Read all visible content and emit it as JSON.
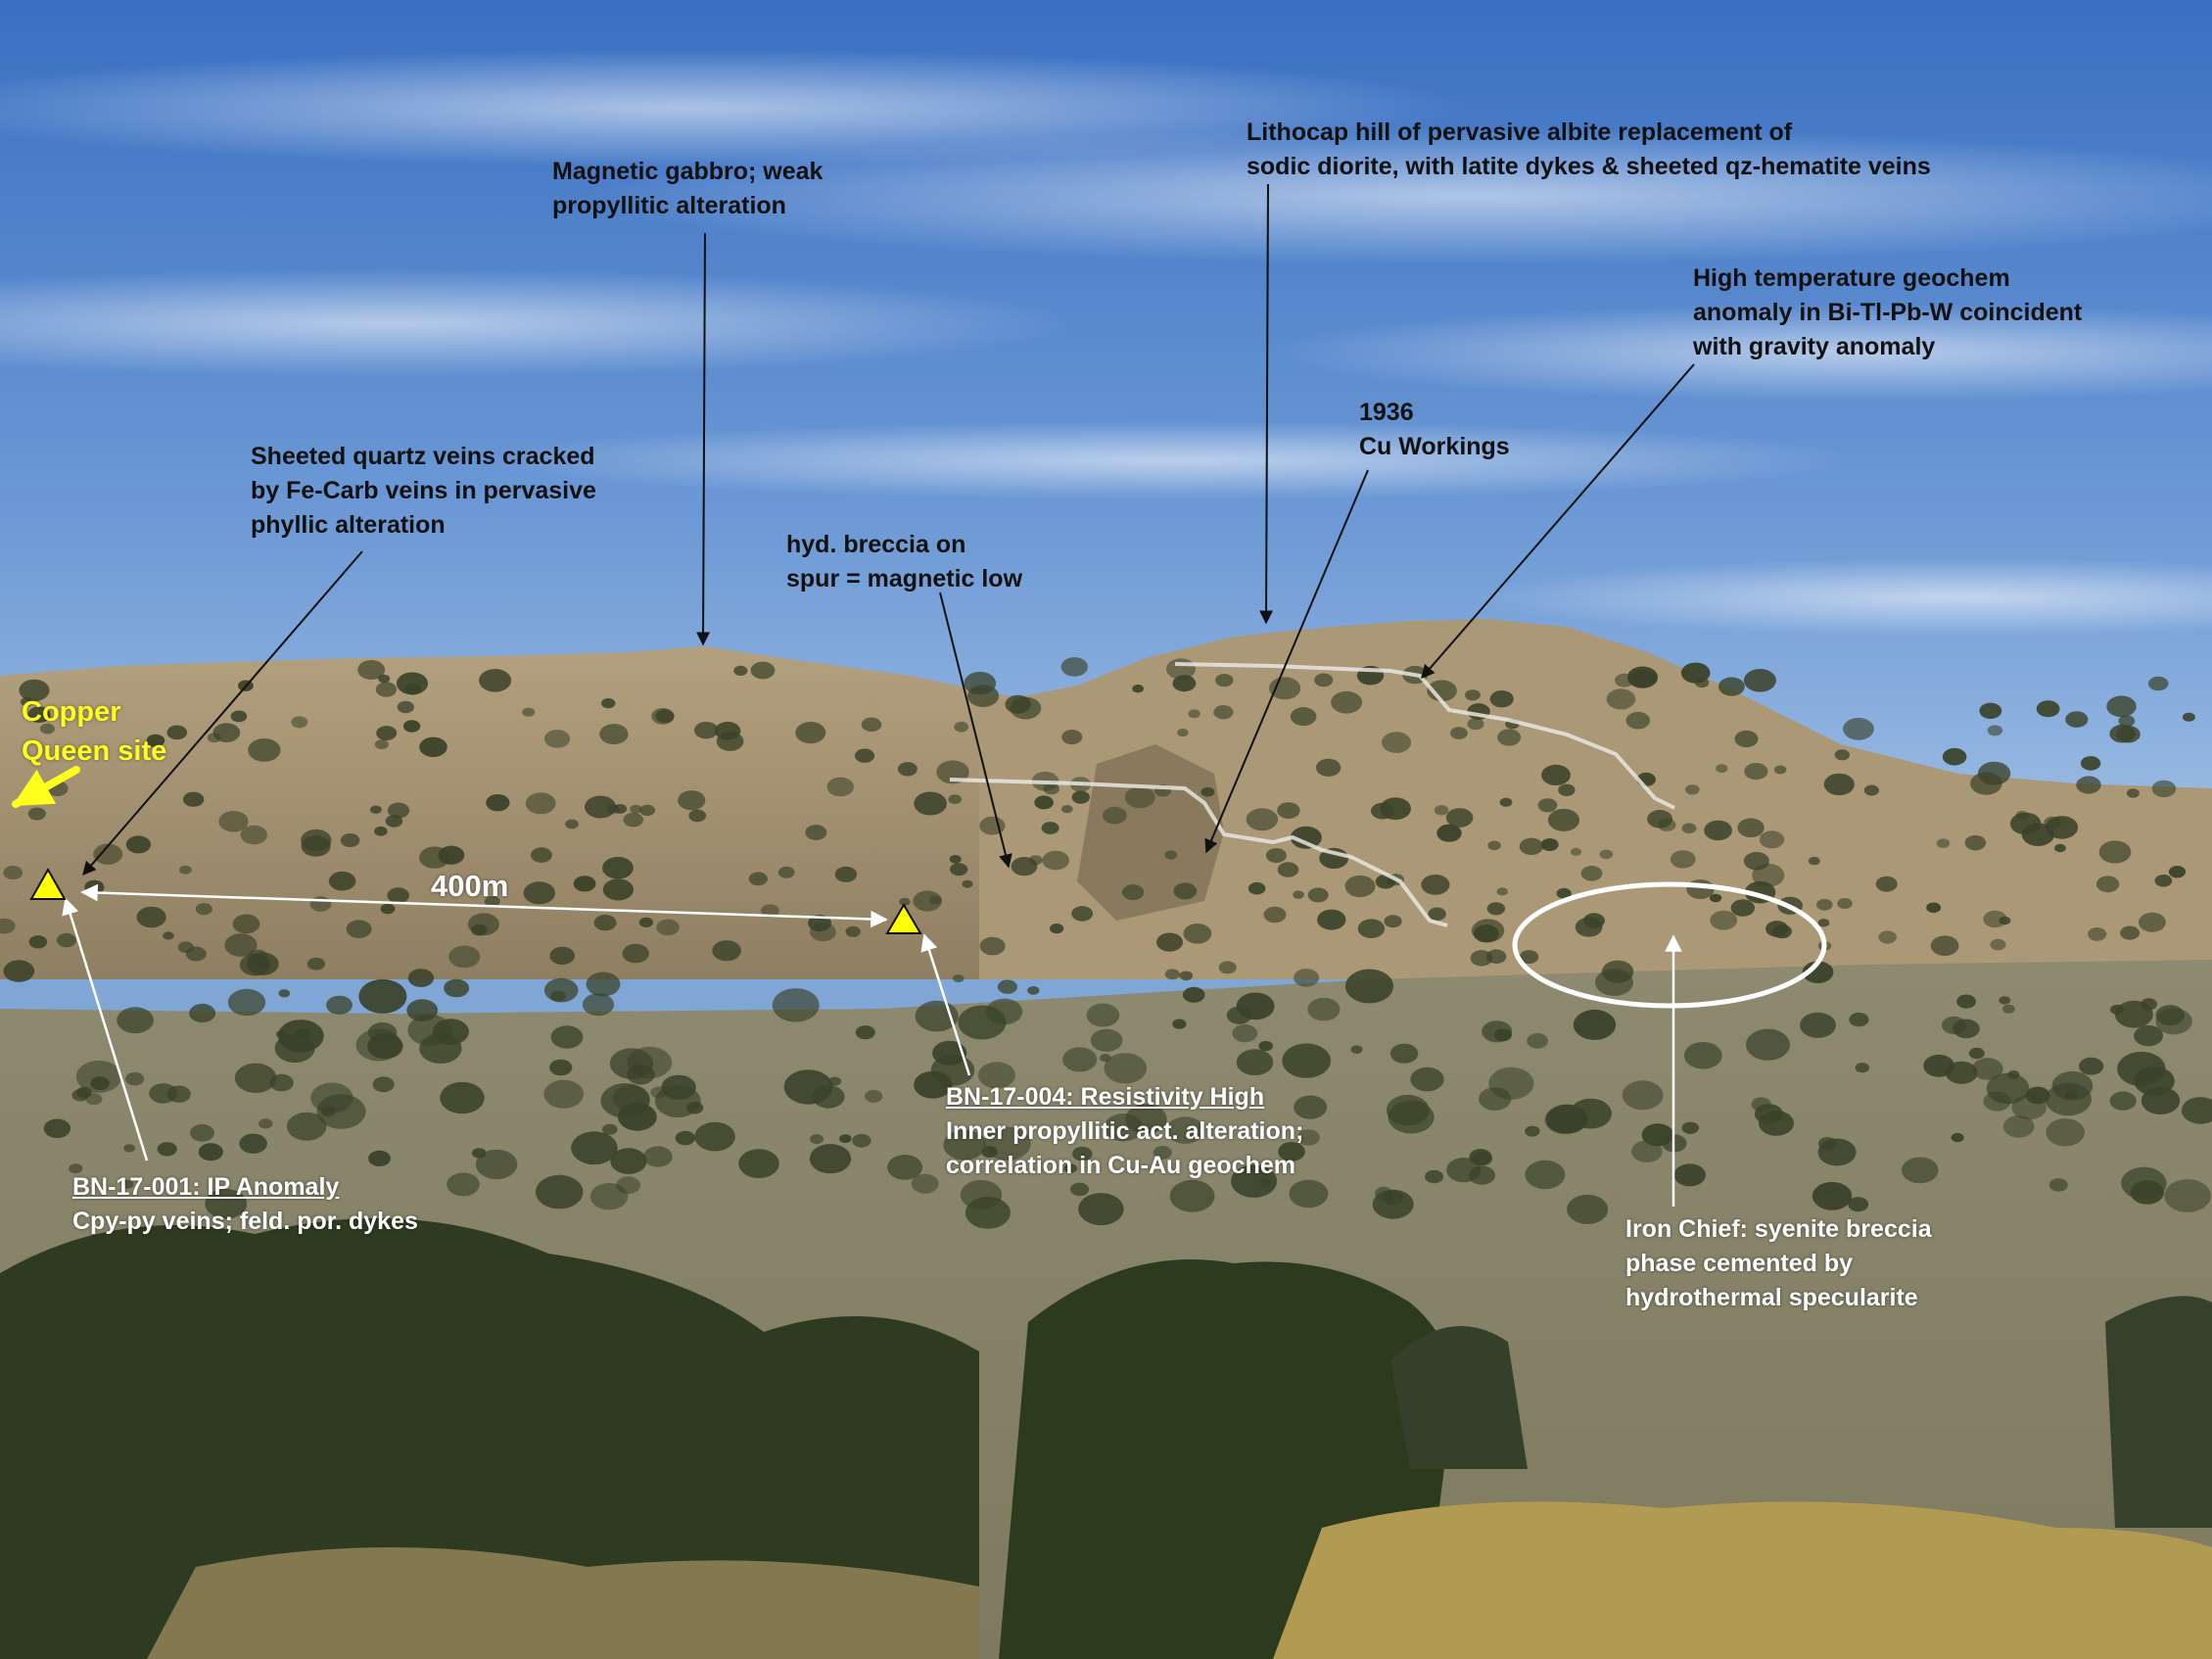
{
  "photo": {
    "colors": {
      "sky_top": "#3f74c4",
      "sky_bottom": "#a9c6e6",
      "hill_far": "#a89577",
      "hill_near": "#8c7d62",
      "plain": "#8a8468",
      "shrub": "#3a4229",
      "juniper": "#2f3b20",
      "sage": "#b19a52",
      "callout_dark": "#111111",
      "callout_light": "#ffffff",
      "site_yellow": "#ffff1e",
      "marker_fill": "#ffff00"
    }
  },
  "labels": {
    "copper_queen": [
      "Copper",
      "Queen site"
    ],
    "sheeted_quartz": [
      "Sheeted quartz veins cracked",
      "by Fe-Carb veins in pervasive",
      "phyllic alteration"
    ],
    "magnetic_gabbro": [
      "Magnetic gabbro;  weak",
      "propyllitic alteration"
    ],
    "hyd_breccia": [
      "hyd. breccia on",
      "spur = magnetic low"
    ],
    "lithocap": [
      "Lithocap hill of pervasive albite replacement of",
      "sodic diorite, with latite dykes & sheeted qz-hematite veins"
    ],
    "workings": [
      "1936",
      "Cu Workings"
    ],
    "high_temp": [
      "High temperature geochem",
      "anomaly in Bi-Tl-Pb-W coincident",
      "with gravity anomaly"
    ],
    "distance": "400m",
    "bn_001": {
      "title": "BN-17-001: IP Anomaly",
      "line": "Cpy-py veins; feld. por. dykes"
    },
    "bn_004": {
      "title": "BN-17-004: Resistivity  High",
      "lines": [
        "Inner propyllitic act. alteration;",
        "correlation in Cu-Au geochem"
      ]
    },
    "iron_chief": [
      "Iron Chief: syenite breccia",
      "phase cemented by",
      "hydrothermal specularite"
    ]
  }
}
